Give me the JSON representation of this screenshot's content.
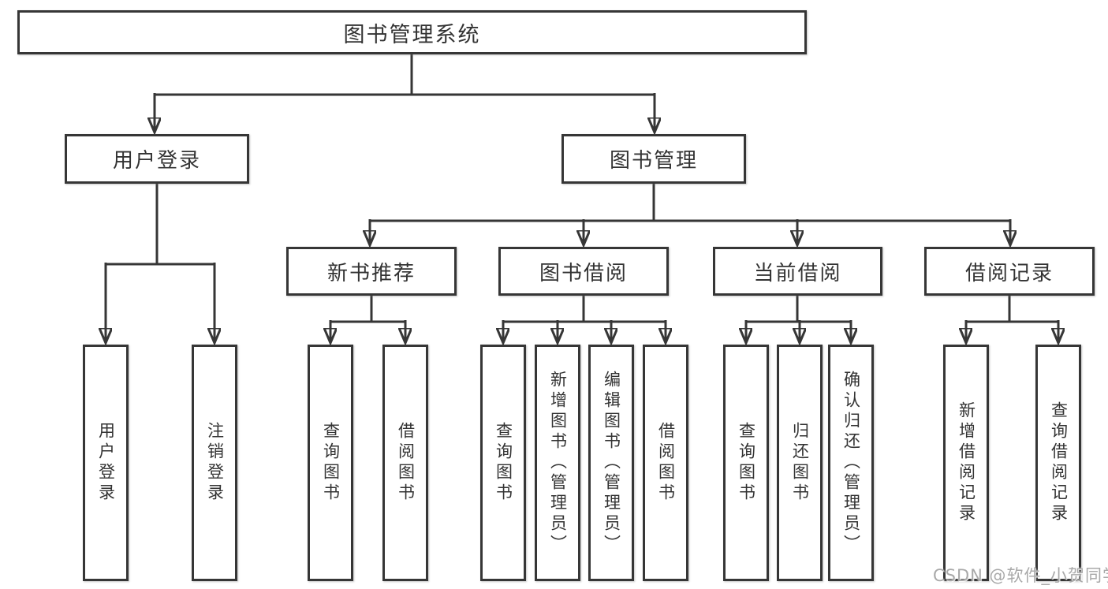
{
  "diagram": {
    "title": "图书管理系统",
    "level1": [
      {
        "label": "用户登录",
        "children": [
          "用户登录",
          "注销登录"
        ]
      },
      {
        "label": "图书管理",
        "children": [
          {
            "label": "新书推荐",
            "children": [
              "查询图书",
              "借阅图书"
            ]
          },
          {
            "label": "图书借阅",
            "children": [
              "查询图书",
              "新增图书（管理员）",
              "编辑图书（管理员）",
              "借阅图书"
            ]
          },
          {
            "label": "当前借阅",
            "children": [
              "查询图书",
              "归还图书",
              "确认归还（管理员）"
            ]
          },
          {
            "label": "借阅记录",
            "children": [
              "新增借阅记录",
              "查询借阅记录"
            ]
          }
        ]
      }
    ]
  },
  "watermark": "CSDN @软件_小贺同学",
  "colors": {
    "line": "#363636",
    "box_border": "#363636",
    "text": "#333333",
    "watermark_gray": "#a9a9a9",
    "background": "#ffffff"
  }
}
